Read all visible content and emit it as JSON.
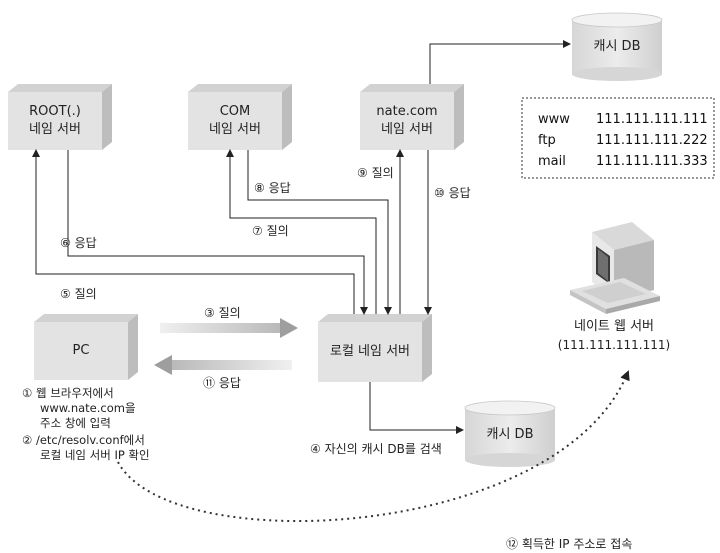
{
  "nodes": {
    "root_server": {
      "line1": "ROOT(.)",
      "line2": "네임 서버"
    },
    "com_server": {
      "line1": "COM",
      "line2": "네임 서버"
    },
    "nate_server": {
      "line1": "nate.com",
      "line2": "네임 서버"
    },
    "pc": {
      "label": "PC"
    },
    "local_server": {
      "label": "로컬 네임 서버"
    },
    "cache_db_top": {
      "label": "캐시 DB"
    },
    "cache_db_local": {
      "label": "캐시 DB"
    },
    "web_server": {
      "line1": "네이트 웹 서버",
      "line2": "(111.111.111.111)"
    }
  },
  "cache_records": [
    {
      "name": "www",
      "ip": "111.111.111.111"
    },
    {
      "name": "ftp",
      "ip": "111.111.111.222"
    },
    {
      "name": "mail",
      "ip": "111.111.111.333"
    }
  ],
  "steps": {
    "s1": {
      "line1": "① 웹 브라우저에서",
      "line2": "www.nate.com을",
      "line3": "주소 창에 입력"
    },
    "s2": {
      "line1": "② /etc/resolv.conf에서",
      "line2": "로컬 네임 서버 IP 확인"
    },
    "s3": "③ 질의",
    "s4": "④ 자신의 캐시 DB를 검색",
    "s5": "⑤ 질의",
    "s6": "⑥ 응답",
    "s7": "⑦ 질의",
    "s8": "⑧ 응답",
    "s9": "⑨ 질의",
    "s10": "⑩ 응답",
    "s11": "⑪ 응답",
    "s12": "⑫ 획득한 IP 주소로 접속"
  },
  "colors": {
    "box_face": "#e3e3e3",
    "box_side": "#bdbdbd",
    "box_top": "#d2d2d2",
    "arrow_bar": "#c4c4c4"
  }
}
